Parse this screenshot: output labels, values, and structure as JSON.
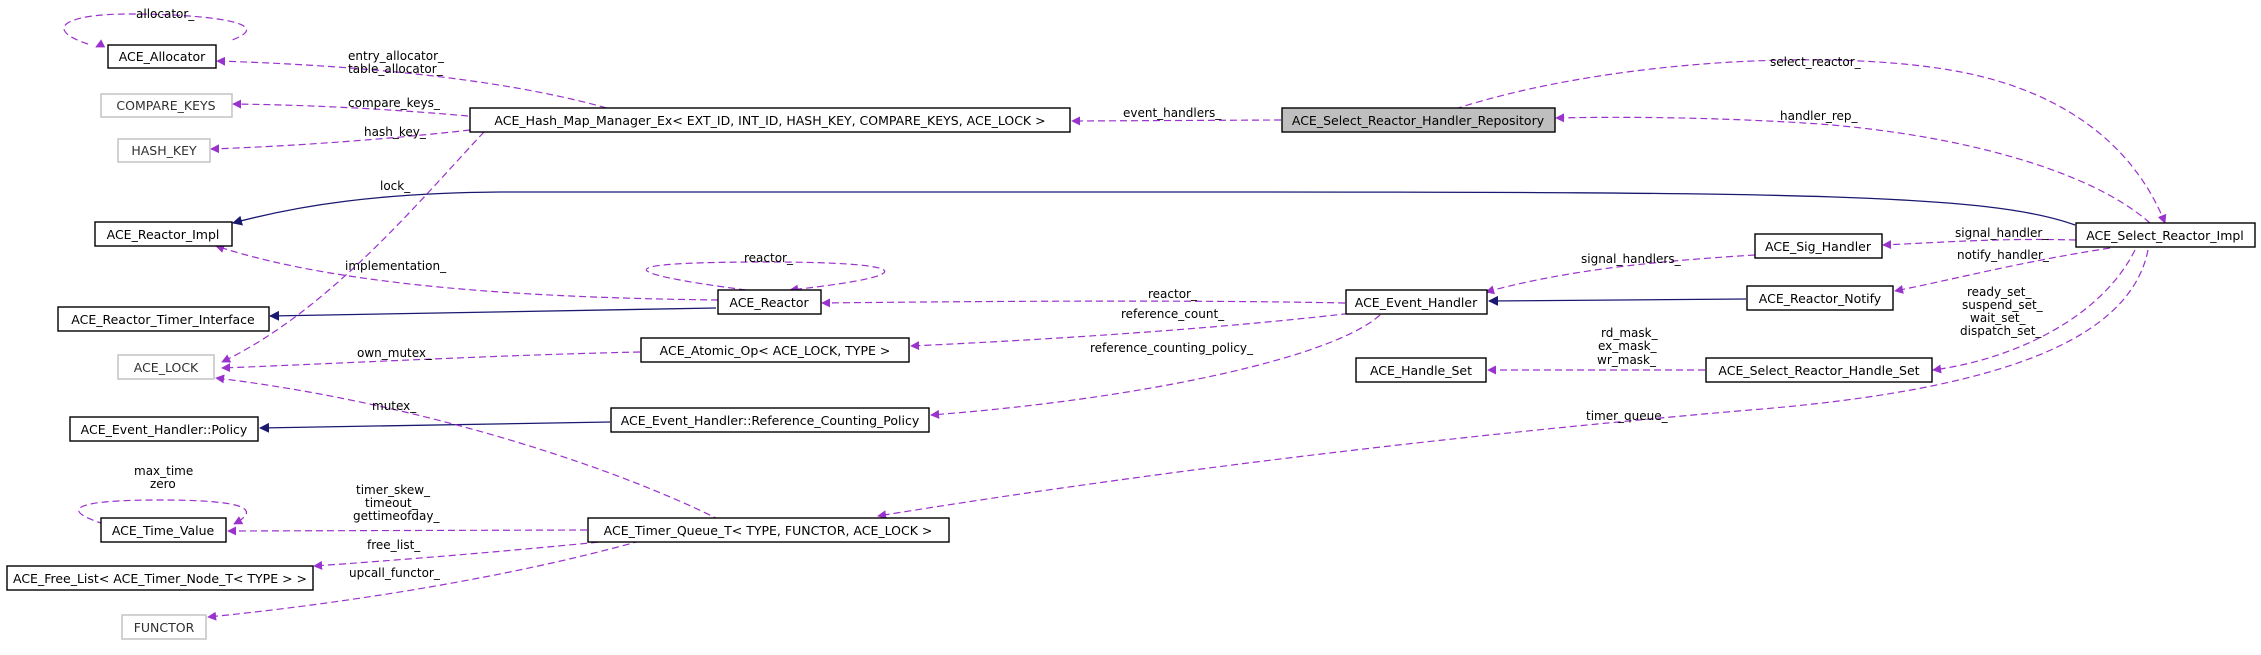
{
  "nodes": {
    "allocator": "ACE_Allocator",
    "compare_keys": "COMPARE_KEYS",
    "hash_key": "HASH_KEY",
    "hash_map": "ACE_Hash_Map_Manager_Ex< EXT_ID, INT_ID, HASH_KEY, COMPARE_KEYS, ACE_LOCK >",
    "handler_repo": "ACE_Select_Reactor_Handler_Repository",
    "reactor_impl": "ACE_Reactor_Impl",
    "select_reactor_impl": "ACE_Select_Reactor_Impl",
    "sig_handler": "ACE_Sig_Handler",
    "reactor": "ACE_Reactor",
    "event_handler": "ACE_Event_Handler",
    "reactor_timer_interface": "ACE_Reactor_Timer_Interface",
    "reactor_notify": "ACE_Reactor_Notify",
    "lock": "ACE_LOCK",
    "atomic_op": "ACE_Atomic_Op< ACE_LOCK, TYPE >",
    "handle_set": "ACE_Handle_Set",
    "select_handle_set": "ACE_Select_Reactor_Handle_Set",
    "eh_policy": "ACE_Event_Handler::Policy",
    "ref_counting_policy": "ACE_Event_Handler::Reference_Counting_Policy",
    "time_value": "ACE_Time_Value",
    "timer_queue": "ACE_Timer_Queue_T< TYPE, FUNCTOR, ACE_LOCK >",
    "free_list": "ACE_Free_List< ACE_Timer_Node_T< TYPE > >",
    "functor": "FUNCTOR"
  },
  "edge_labels": {
    "allocator_self": "allocator_",
    "entry_allocator": "entry_allocator_",
    "table_allocator": "table_allocator_",
    "compare_keys": "compare_keys_",
    "hash_key": "hash_key_",
    "event_handlers": "event_handlers_",
    "select_reactor": "select_reactor_",
    "handler_rep": "handler_rep_",
    "lock": "lock_",
    "reactor_self": "reactor_",
    "implementation": "implementation_",
    "signal_handler": "signal_handler_",
    "signal_handlers": "signal_handlers_",
    "notify_handler": "notify_handler_",
    "reactor": "reactor_",
    "reference_count": "reference_count_",
    "ready_set": "ready_set_",
    "suspend_set": "suspend_set_",
    "wait_set": "wait_set_",
    "dispatch_set": "dispatch_set_",
    "own_mutex": "own_mutex_",
    "reference_counting_policy": "reference_counting_policy_",
    "rd_mask": "rd_mask_",
    "ex_mask": "ex_mask_",
    "wr_mask": "wr_mask_",
    "mutex": "mutex_",
    "timer_queue": "timer_queue_",
    "max_time": "max_time",
    "zero": "zero",
    "timer_skew": "timer_skew_",
    "timeout": "timeout_",
    "gettimeofday": "gettimeofday_",
    "free_list": "free_list_",
    "upcall_functor": "upcall_functor_"
  },
  "colors": {
    "usage_edge": "#9a32cd",
    "inheritance_edge": "#191970",
    "focus_node_fill": "#bfbfbf",
    "external_node_border": "#bfbfbf"
  }
}
